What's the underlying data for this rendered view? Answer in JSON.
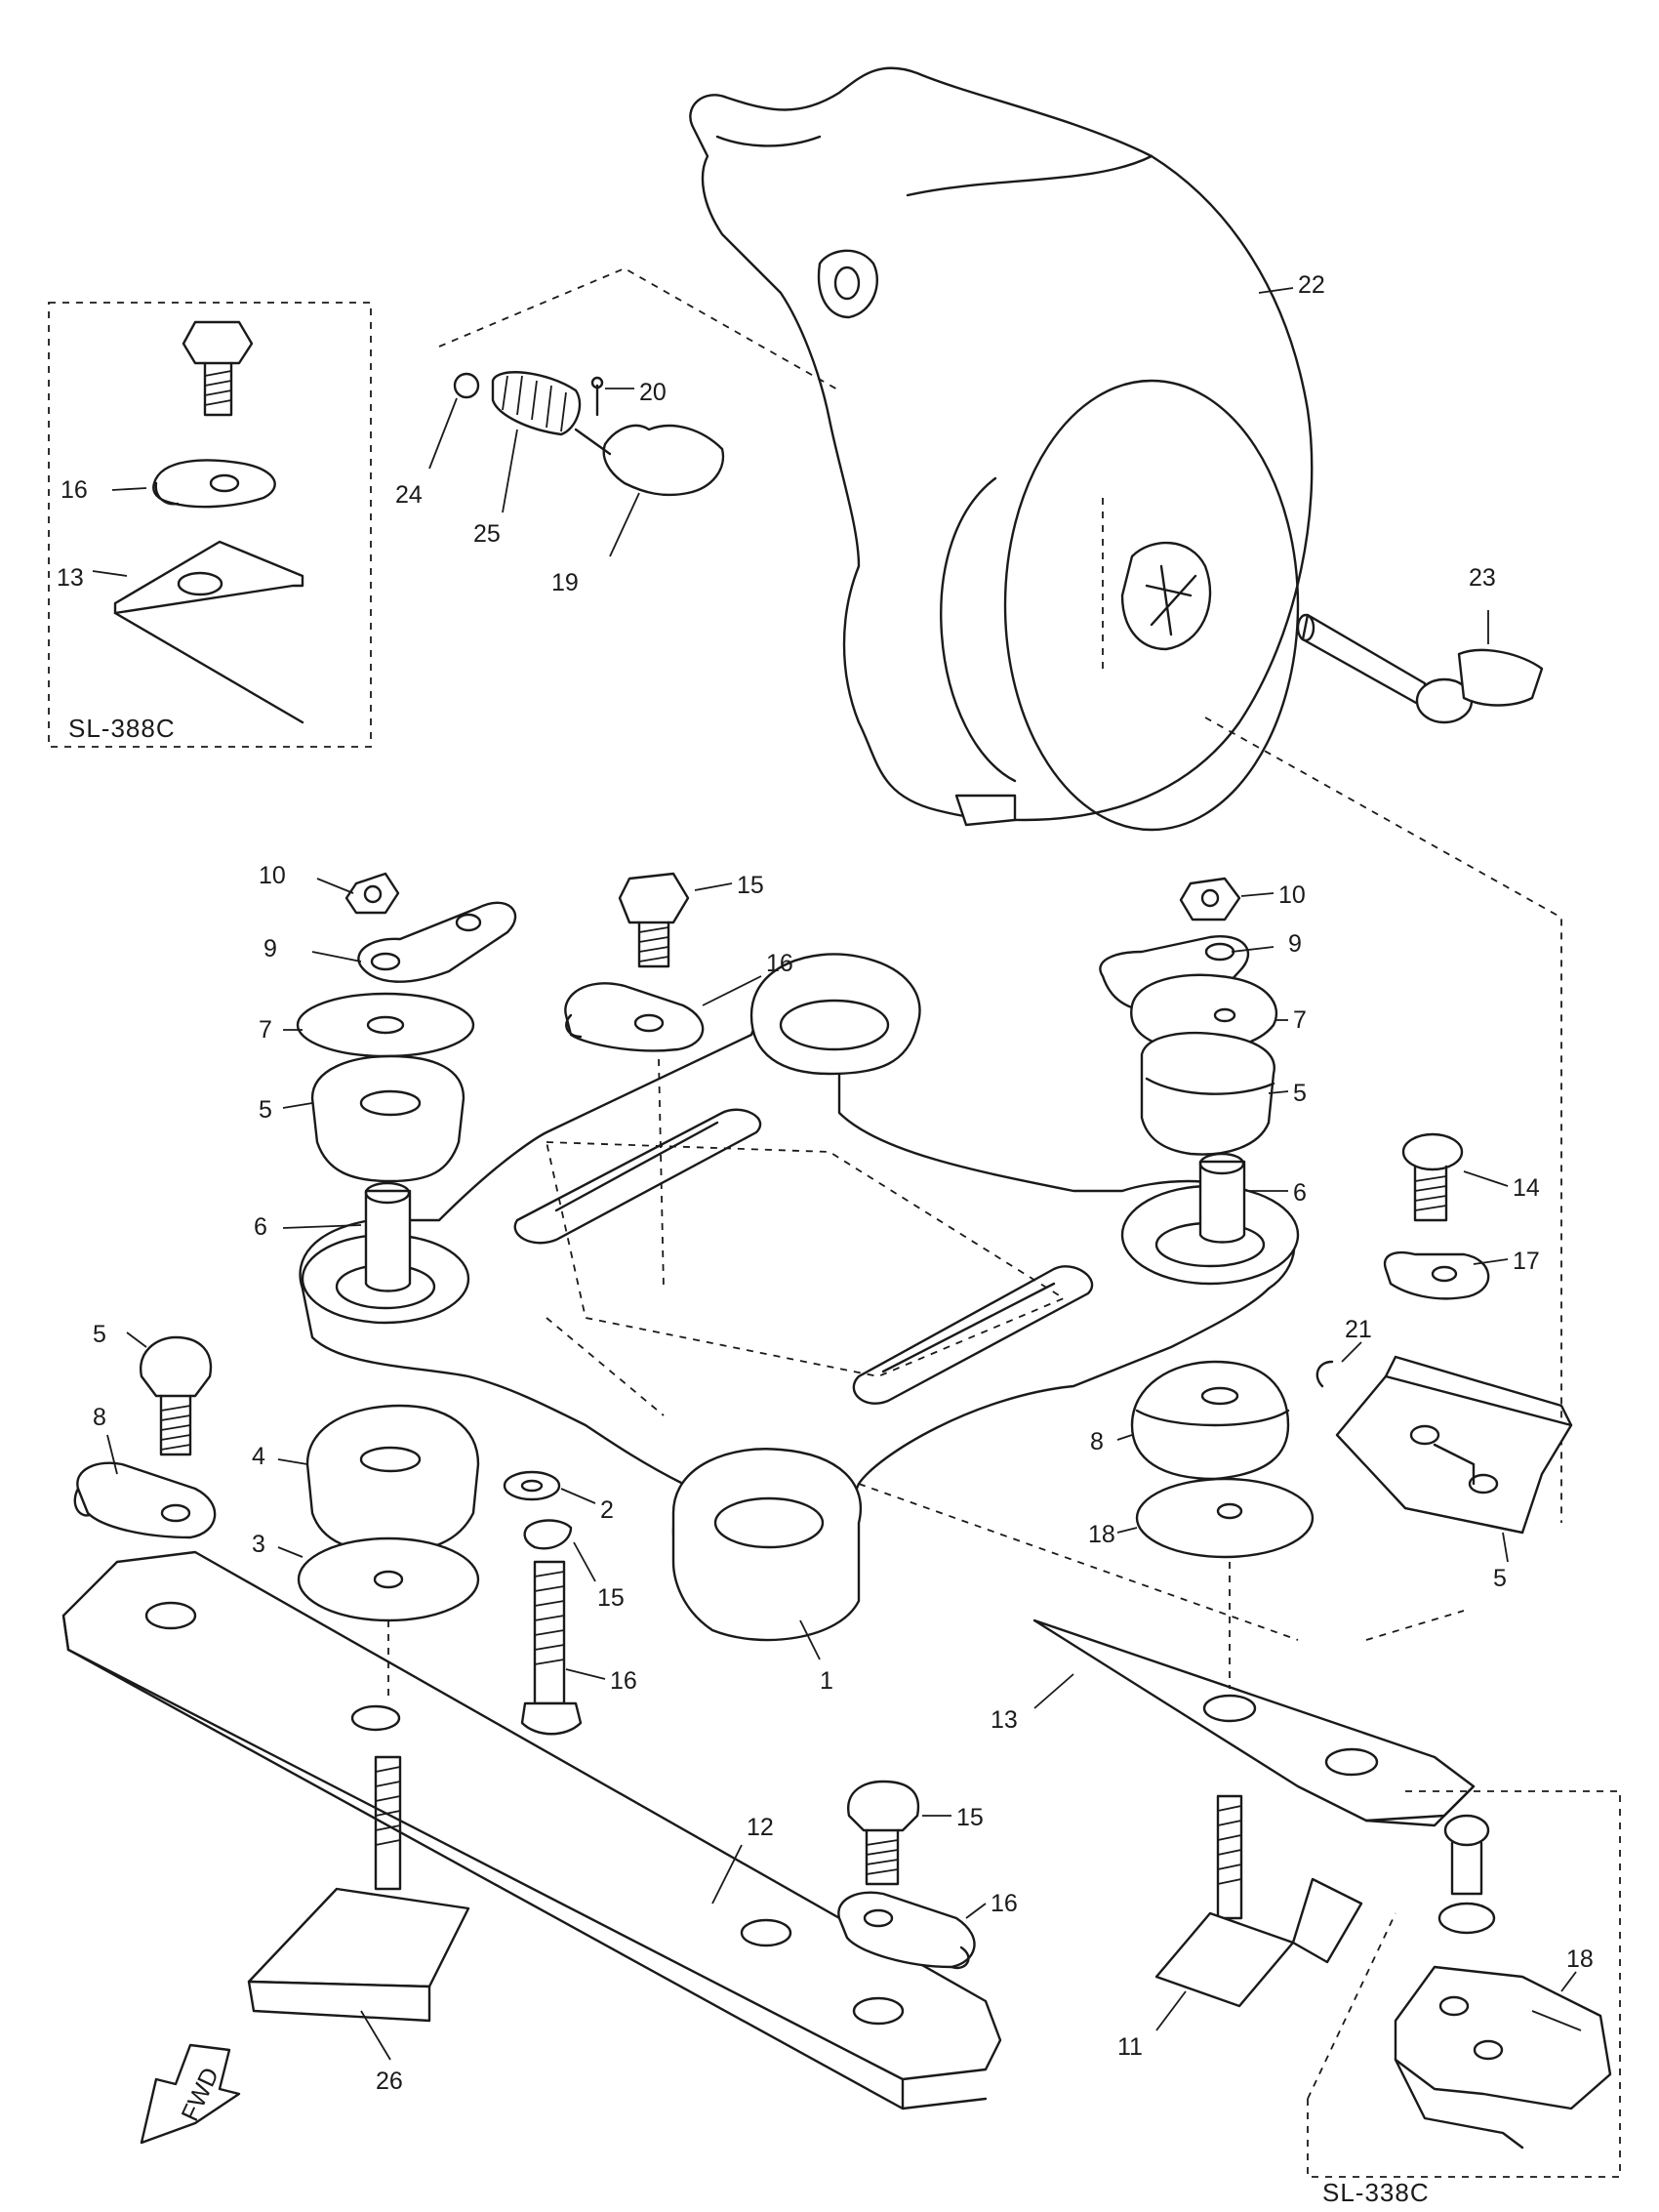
{
  "figure": {
    "inset_top_left_label": "SL-388C",
    "inset_bottom_right_label": "SL-338C",
    "fwd_marker": "FWD"
  },
  "callouts": [
    {
      "id": "c10a",
      "text": "10"
    },
    {
      "id": "c9a",
      "text": "9"
    },
    {
      "id": "c7a",
      "text": "7"
    },
    {
      "id": "c5a",
      "text": "5"
    },
    {
      "id": "c6a",
      "text": "6"
    },
    {
      "id": "c15a",
      "text": "15"
    },
    {
      "id": "c16a",
      "text": "16"
    },
    {
      "id": "c5b",
      "text": "5"
    },
    {
      "id": "c8a",
      "text": "8"
    },
    {
      "id": "c4",
      "text": "4"
    },
    {
      "id": "c3",
      "text": "3"
    },
    {
      "id": "c2",
      "text": "2"
    },
    {
      "id": "c1",
      "text": "1"
    },
    {
      "id": "c15b",
      "text": "15"
    },
    {
      "id": "c16b",
      "text": "16"
    },
    {
      "id": "c10b",
      "text": "10"
    },
    {
      "id": "c9b",
      "text": "9"
    },
    {
      "id": "c7b",
      "text": "7"
    },
    {
      "id": "c5c",
      "text": "5"
    },
    {
      "id": "c6b",
      "text": "6"
    },
    {
      "id": "c14",
      "text": "14"
    },
    {
      "id": "c17",
      "text": "17"
    },
    {
      "id": "c21",
      "text": "21"
    },
    {
      "id": "c5d",
      "text": "5"
    },
    {
      "id": "c8b",
      "text": "8"
    },
    {
      "id": "c18a",
      "text": "18"
    },
    {
      "id": "c13a",
      "text": "13"
    },
    {
      "id": "c12",
      "text": "12"
    },
    {
      "id": "c15c",
      "text": "15"
    },
    {
      "id": "c16c",
      "text": "16"
    },
    {
      "id": "c11",
      "text": "11"
    },
    {
      "id": "c26",
      "text": "26"
    },
    {
      "id": "c18b",
      "text": "18"
    },
    {
      "id": "c19",
      "text": "19"
    },
    {
      "id": "c20",
      "text": "20"
    },
    {
      "id": "c22",
      "text": "22"
    },
    {
      "id": "c23",
      "text": "23"
    },
    {
      "id": "c24",
      "text": "24"
    },
    {
      "id": "c25",
      "text": "25"
    },
    {
      "id": "c16d",
      "text": "16"
    },
    {
      "id": "c13b",
      "text": "13"
    }
  ]
}
